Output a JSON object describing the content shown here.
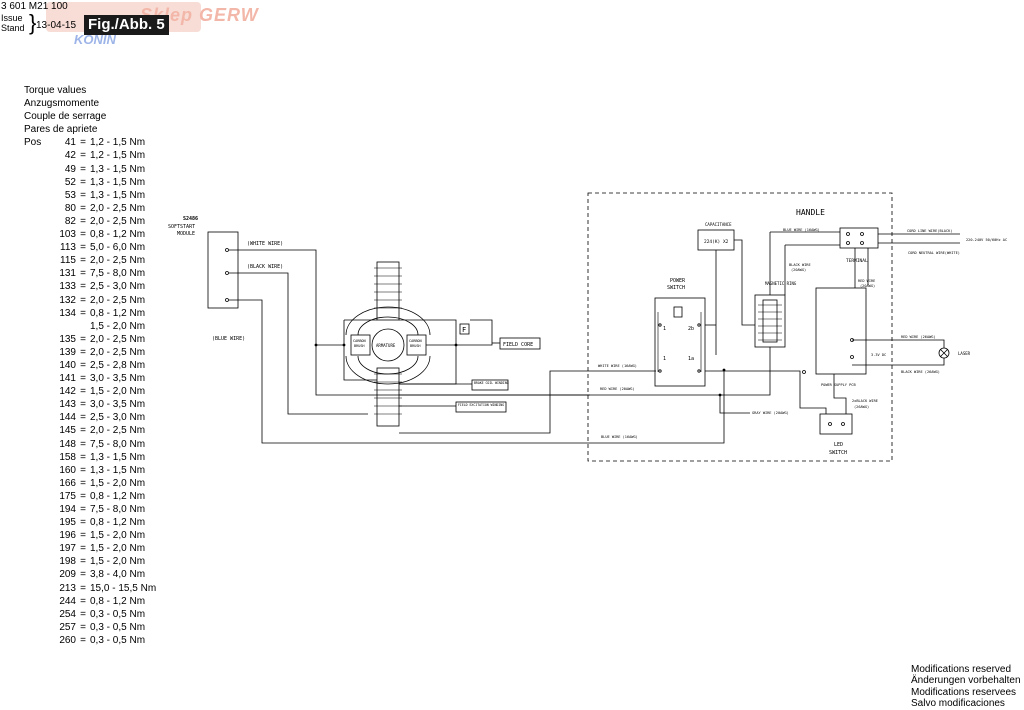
{
  "header": {
    "part_number": "3 601 M21 100",
    "issue_label": "Issue",
    "stand_label": "Stand",
    "date": "13-04-15",
    "figure_label": "Fig./Abb. 5",
    "watermark_main": "Sklep GERW",
    "watermark_sub": "KONIN"
  },
  "torque": {
    "titles": [
      "Torque values",
      "Anzugsmomente",
      "Couple de serrage",
      "Pares de apriete"
    ],
    "pos_label": "Pos",
    "rows": [
      {
        "pos": "41",
        "value": "1,2 - 1,5 Nm"
      },
      {
        "pos": "42",
        "value": "1,2 - 1,5 Nm"
      },
      {
        "pos": "49",
        "value": "1,3 - 1,5 Nm"
      },
      {
        "pos": "52",
        "value": "1,3 - 1,5 Nm"
      },
      {
        "pos": "53",
        "value": "1,3 - 1,5 Nm"
      },
      {
        "pos": "80",
        "value": "2,0 - 2,5 Nm"
      },
      {
        "pos": "82",
        "value": "2,0 - 2,5 Nm"
      },
      {
        "pos": "103",
        "value": "0,8 - 1,2 Nm"
      },
      {
        "pos": "113",
        "value": "5,0 - 6,0 Nm"
      },
      {
        "pos": "115",
        "value": "2,0 - 2,5 Nm"
      },
      {
        "pos": "131",
        "value": "7,5 - 8,0 Nm"
      },
      {
        "pos": "133",
        "value": "2,5 - 3,0 Nm"
      },
      {
        "pos": "132",
        "value": "2,0 - 2,5 Nm"
      },
      {
        "pos": "134",
        "value": "0,8 - 1,2 Nm"
      },
      {
        "pos": "",
        "value": "1,5 - 2,0 Nm"
      },
      {
        "pos": "135",
        "value": "2,0 - 2,5 Nm"
      },
      {
        "pos": "139",
        "value": "2,0 - 2,5 Nm"
      },
      {
        "pos": "140",
        "value": "2,5 - 2,8 Nm"
      },
      {
        "pos": "141",
        "value": "3,0 - 3,5 Nm"
      },
      {
        "pos": "142",
        "value": "1,5 - 2,0 Nm"
      },
      {
        "pos": "143",
        "value": "3,0 - 3,5 Nm"
      },
      {
        "pos": "144",
        "value": "2,5 - 3,0 Nm"
      },
      {
        "pos": "145",
        "value": "2,0 - 2,5 Nm"
      },
      {
        "pos": "148",
        "value": "7,5 - 8,0 Nm"
      },
      {
        "pos": "158",
        "value": "1,3 - 1,5 Nm"
      },
      {
        "pos": "160",
        "value": "1,3 - 1,5 Nm"
      },
      {
        "pos": "166",
        "value": "1,5 - 2,0 Nm"
      },
      {
        "pos": "175",
        "value": "0,8 - 1,2 Nm"
      },
      {
        "pos": "194",
        "value": "7,5 - 8,0 Nm"
      },
      {
        "pos": "195",
        "value": "0,8 - 1,2 Nm"
      },
      {
        "pos": "196",
        "value": "1,5 - 2,0 Nm"
      },
      {
        "pos": "197",
        "value": "1,5 - 2,0 Nm"
      },
      {
        "pos": "198",
        "value": "1,5 - 2,0 Nm"
      },
      {
        "pos": "209",
        "value": "3,8 - 4,0 Nm"
      },
      {
        "pos": "213",
        "value": "15,0 - 15,5 Nm"
      },
      {
        "pos": "244",
        "value": "0,8 - 1,2 Nm"
      },
      {
        "pos": "254",
        "value": "0,3 - 0,5 Nm"
      },
      {
        "pos": "257",
        "value": "0,3 - 0,5 Nm"
      },
      {
        "pos": "260",
        "value": "0,3 - 0,5 Nm"
      }
    ]
  },
  "diagram": {
    "softstart_code": "S2486",
    "softstart_l1": "SOFTSTART",
    "softstart_l2": "MODULE",
    "white_wire": "(WHITE WIRE)",
    "black_wire": "(BLACK WIRE)",
    "blue_wire": "(BLUE WIRE)",
    "carbon_l1": "CARBON",
    "carbon_l2": "BRUSH",
    "armature": "ARMATURE",
    "f_label": "F",
    "field_core": "FIELD CORE",
    "brake_coil": "BRAKE COIL WINDING",
    "field_excitation": "FIELD EXCITATION WINDING",
    "handle": "HANDLE",
    "capacitance": "CAPACITANCE",
    "cap_value": "224(K) X2",
    "blue_wire_16": "BLUE WIRE (16AWG)",
    "black_wire_20": "BLACK WIRE",
    "awg20": "(20AWG)",
    "terminal": "TERMINAL",
    "cord_live": "CORD LINE WIRE(BLACK)",
    "cord_neutral": "CORD NEUTRAL WIRE(WHITE)",
    "mains": "220-240V 50/60Hz AC",
    "magnetic_ring": "MAGNETIC RING",
    "red_wire_20_l1": "RED WIRE",
    "power_switch_l1": "POWER",
    "power_switch_l2": "SWITCH",
    "sw_1": "1",
    "sw_2b": "2b",
    "sw_1a": "1a",
    "white_wire_16": "WHITE WIRE (16AWG)",
    "red_wire_20": "RED WIRE (20AWG)",
    "gray_wire_20": "GRAY WIRE (20AWG)",
    "blue_wire_bottom": "BLUE WIRE (16AWG)",
    "red_wire_26": "RED WIRE (26AWG)",
    "black_wire_26": "BLACK WIRE (26AWG)",
    "dc_label": "3.3V DC",
    "laser": "LASER",
    "power_supply": "POWER SUPPLY PCB",
    "black_wire_2": "2xBLACK WIRE",
    "awg26": "(26AWG)",
    "led_l1": "LED",
    "led_l2": "SWITCH"
  },
  "footer": {
    "lines": [
      "Modifications reserved",
      "Änderungen vorbehalten",
      "Modifications reservees",
      "Salvo modificaciones"
    ]
  }
}
